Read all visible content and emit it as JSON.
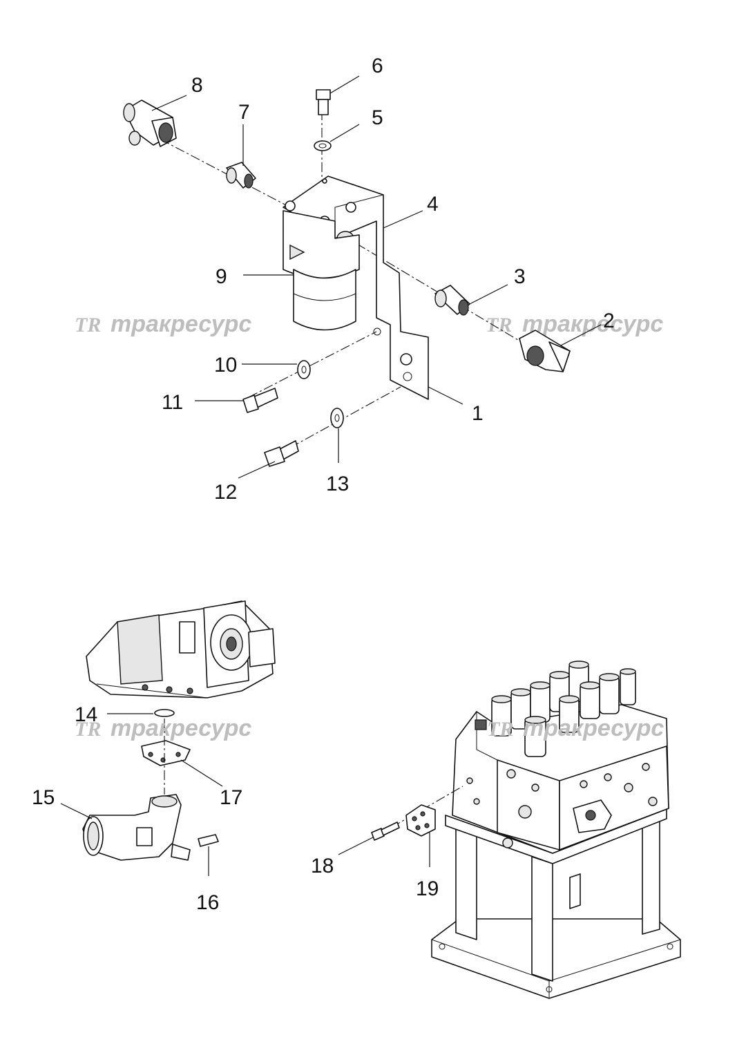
{
  "watermark": {
    "logo": "TR",
    "text": "тракресурс"
  },
  "callouts": [
    {
      "id": "1",
      "label": "1"
    },
    {
      "id": "2",
      "label": "2"
    },
    {
      "id": "3",
      "label": "3"
    },
    {
      "id": "4",
      "label": "4"
    },
    {
      "id": "5",
      "label": "5"
    },
    {
      "id": "6",
      "label": "6"
    },
    {
      "id": "7",
      "label": "7"
    },
    {
      "id": "8",
      "label": "8"
    },
    {
      "id": "9",
      "label": "9"
    },
    {
      "id": "10",
      "label": "10"
    },
    {
      "id": "11",
      "label": "11"
    },
    {
      "id": "12",
      "label": "12"
    },
    {
      "id": "13",
      "label": "13"
    },
    {
      "id": "14",
      "label": "14"
    },
    {
      "id": "15",
      "label": "15"
    },
    {
      "id": "16",
      "label": "16"
    },
    {
      "id": "17",
      "label": "17"
    },
    {
      "id": "18",
      "label": "18"
    },
    {
      "id": "19",
      "label": "19"
    }
  ]
}
